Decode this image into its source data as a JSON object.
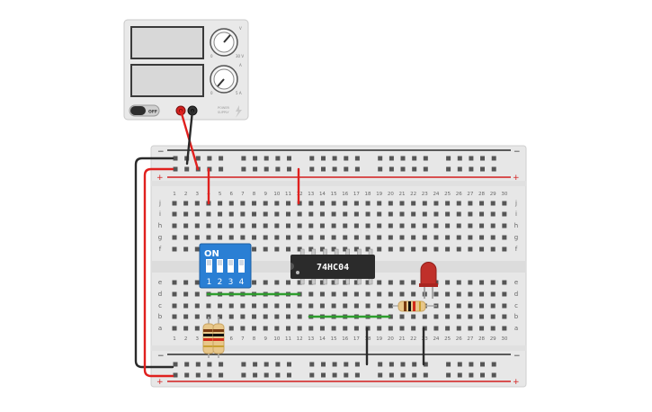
{
  "power_supply": {
    "voltage_knob_label": "V",
    "voltage_knob_min": "0",
    "voltage_knob_max": "30 V",
    "current_knob_label": "A",
    "current_knob_min": "0",
    "current_knob_max": "5 A",
    "off_label": "OFF",
    "brand_text_line1": "POWER",
    "brand_text_line2": "SUPPLY"
  },
  "breadboard": {
    "columns": [
      "1",
      "2",
      "3",
      "4",
      "5",
      "6",
      "7",
      "8",
      "9",
      "10",
      "11",
      "12",
      "13",
      "14",
      "15",
      "16",
      "17",
      "18",
      "19",
      "20",
      "21",
      "22",
      "23",
      "24",
      "25",
      "26",
      "27",
      "28",
      "29",
      "30"
    ],
    "top_rows": [
      "j",
      "i",
      "h",
      "g",
      "f"
    ],
    "bottom_rows": [
      "e",
      "d",
      "c",
      "b",
      "a"
    ],
    "rail_minus": "−",
    "rail_plus": "+"
  },
  "dip_switch": {
    "on_label": "ON",
    "switch_numbers": [
      "1",
      "2",
      "3",
      "4"
    ]
  },
  "chip": {
    "label": "74HC04"
  },
  "colors": {
    "breadboard": "#e6e6e6",
    "rail_red": "#d41f1f",
    "wire_red": "#e0201e",
    "wire_black": "#2a2a2a",
    "wire_green": "#2e9e2e",
    "dip_blue": "#2a7fd4",
    "chip_body": "#2b2b2b",
    "led_red": "#c0302a"
  }
}
